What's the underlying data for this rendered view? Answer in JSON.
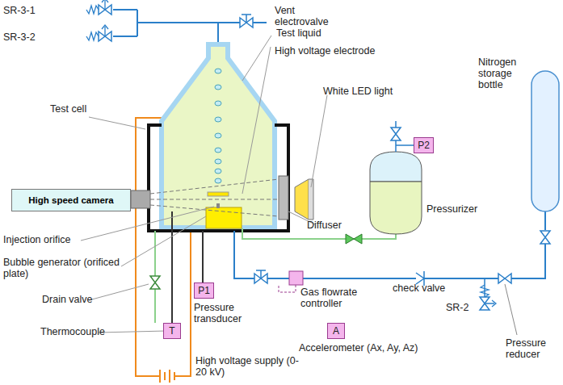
{
  "diagram": {
    "nodes": [
      {
        "text": [
          "High speed camera"
        ]
      },
      {
        "text": [
          "P2"
        ]
      },
      {
        "text": [
          "P1"
        ]
      },
      {
        "text": [
          "T"
        ]
      },
      {
        "text": [
          "A"
        ]
      }
    ],
    "labels": [
      "SR-3-1",
      "SR-3-2",
      "Vent electrovalve",
      "Test liquid",
      "Test cell",
      "High voltage electrode",
      "White LED light",
      "Pressurizer",
      "Nitrogen storage bottle",
      "Diffuser",
      "Injection orifice",
      "Bubble generator (orificed plate)",
      "Drain valve",
      "Thermocouple",
      "Pressure transducer",
      "Gas flowrate controller",
      "check valve",
      "SR-2",
      "Pressure reducer",
      "Accelerometer (Ax, Ay, Az)",
      "High voltage supply (0-20 kV)"
    ]
  }
}
